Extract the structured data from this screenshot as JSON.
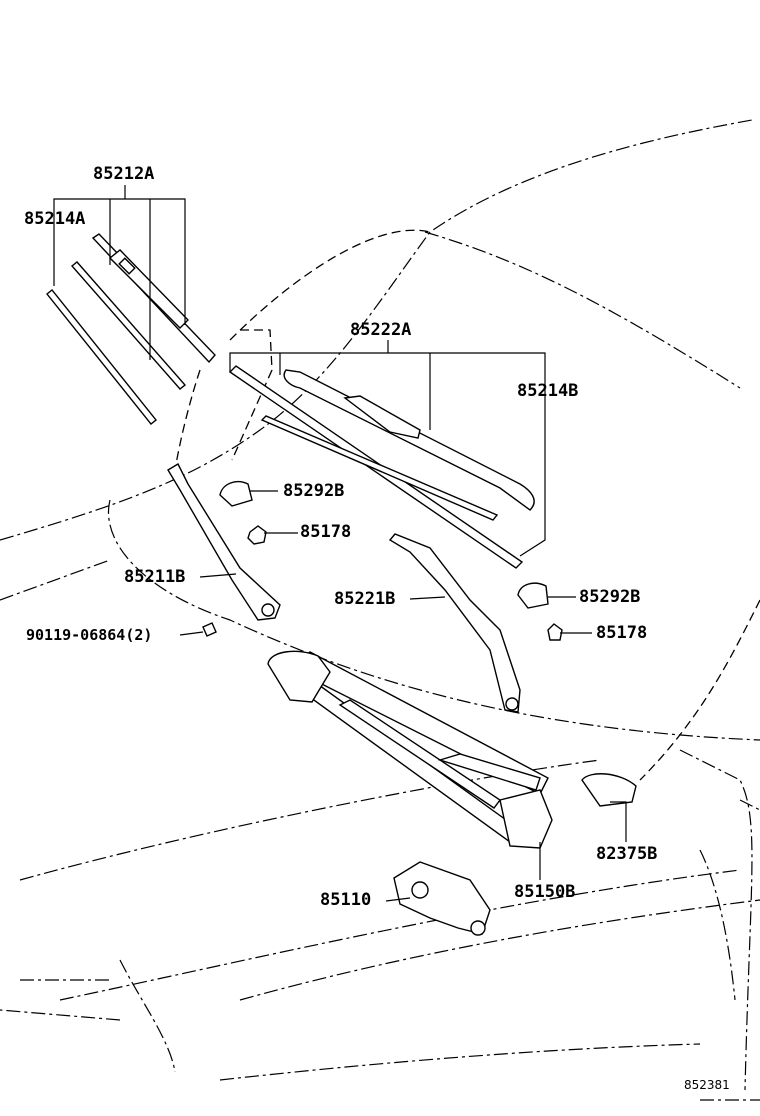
{
  "diagram": {
    "labels": {
      "p85212A": "85212A",
      "p85214A": "85214A",
      "p85222A": "85222A",
      "p85214B": "85214B",
      "p85292B_1": "85292B",
      "p85178_1": "85178",
      "p85211B": "85211B",
      "p85221B": "85221B",
      "p85292B_2": "85292B",
      "p90119": "90119-06864(2)",
      "p85178_2": "85178",
      "p82375B": "82375B",
      "p85110": "85110",
      "p85150B": "85150B",
      "code": "852381"
    }
  }
}
